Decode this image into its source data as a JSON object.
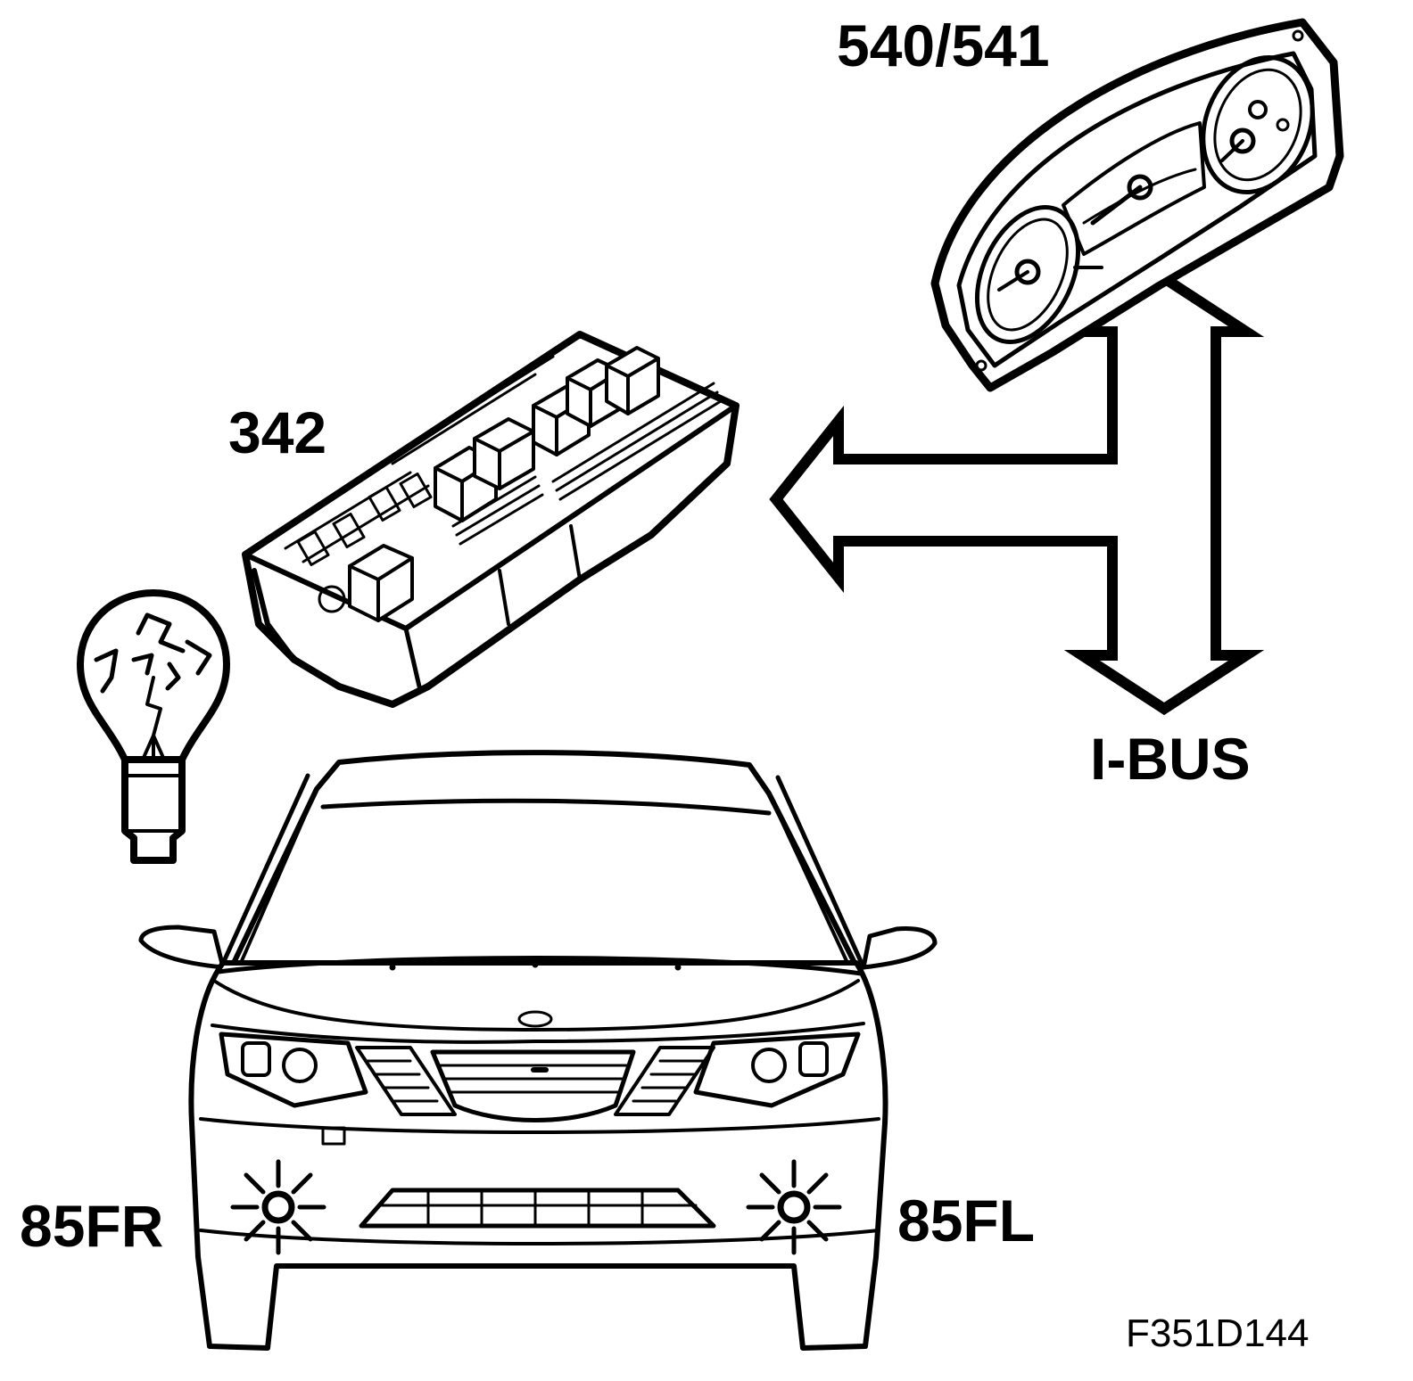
{
  "labels": {
    "instrument_cluster": "540/541",
    "fuse_relay_box": "342",
    "bus": "I-BUS",
    "fog_right": "85FR",
    "fog_left": "85FL",
    "figure_code": "F351D144"
  },
  "icons": {
    "bulb": "broken-light-bulb-icon",
    "cluster": "instrument-cluster-icon",
    "fuse_box": "fuse-relay-box-icon",
    "car": "car-front-view-icon",
    "fog_lamp": "fog-light-icon",
    "arrow": "tee-arrow-icon"
  }
}
